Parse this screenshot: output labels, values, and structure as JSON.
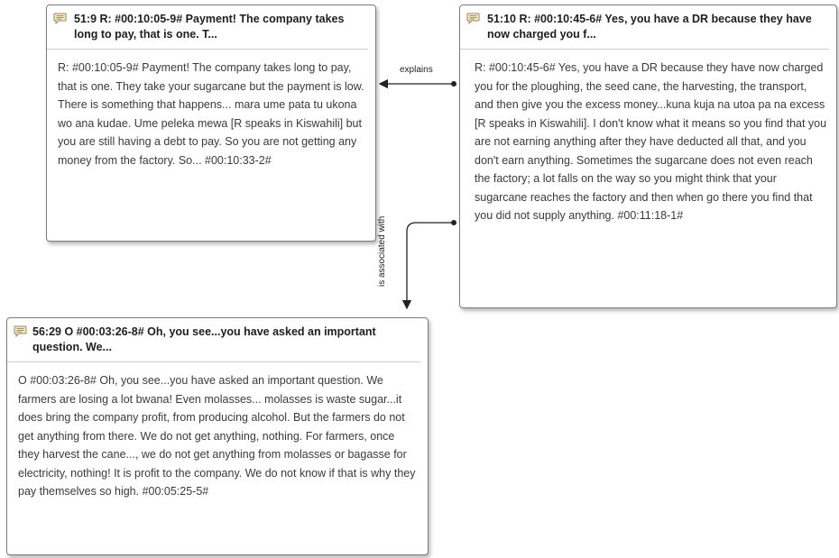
{
  "nodes": {
    "a": {
      "title": "51:9 R: #00:10:05-9# Payment! The company takes long to pay, that is one. T...",
      "body": "R: #00:10:05-9# Payment! The company takes long to pay, that is one. They take your sugarcane but the payment is low. There is something that happens... mara ume pata tu ukona wo ana kudae. Ume peleka mewa [R speaks in Kiswahili] but you are still having a debt to pay. So you are not getting any money from the factory. So... #00:10:33-2#"
    },
    "b": {
      "title": "51:10 R: #00:10:45-6# Yes, you have a DR because they have now charged you f...",
      "body": "R: #00:10:45-6# Yes, you have a DR because they have now charged you for the ploughing, the seed cane, the harvesting, the transport, and then give you the excess money...kuna kuja na utoa pa na excess [R speaks in Kiswahili]. I don't know what it means so you find that you are not earning anything after they have deducted all that, and you don't earn anything. Sometimes the sugarcane does not even reach the factory; a lot falls on the way so you might think that your sugarcane reaches the factory and then when go there you find that you did not supply anything. #00:11:18-1#"
    },
    "c": {
      "title": "56:29 O #00:03:26-8# Oh, you see...you have asked an important question. We...",
      "body": "O #00:03:26-8# Oh, you see...you have asked an important question. We farmers are losing a lot bwana! Even molasses... molasses is waste sugar...it does bring the company profit, from producing alcohol. But the farmers do not get anything from there. We do not get anything, nothing. For farmers, once they harvest the cane..., we do not get anything from molasses or bagasse for electricity, nothing! It is profit to the company. We do not know if that is why they pay themselves so high.  #00:05:25-5#"
    }
  },
  "links": {
    "explains": "explains",
    "associated": "is associated with"
  },
  "icon": "quotation-icon",
  "colors": {
    "icon_fill": "#f2e7c9",
    "icon_stroke": "#9a8a60",
    "border": "#7d7d7d",
    "link": "#222222"
  }
}
